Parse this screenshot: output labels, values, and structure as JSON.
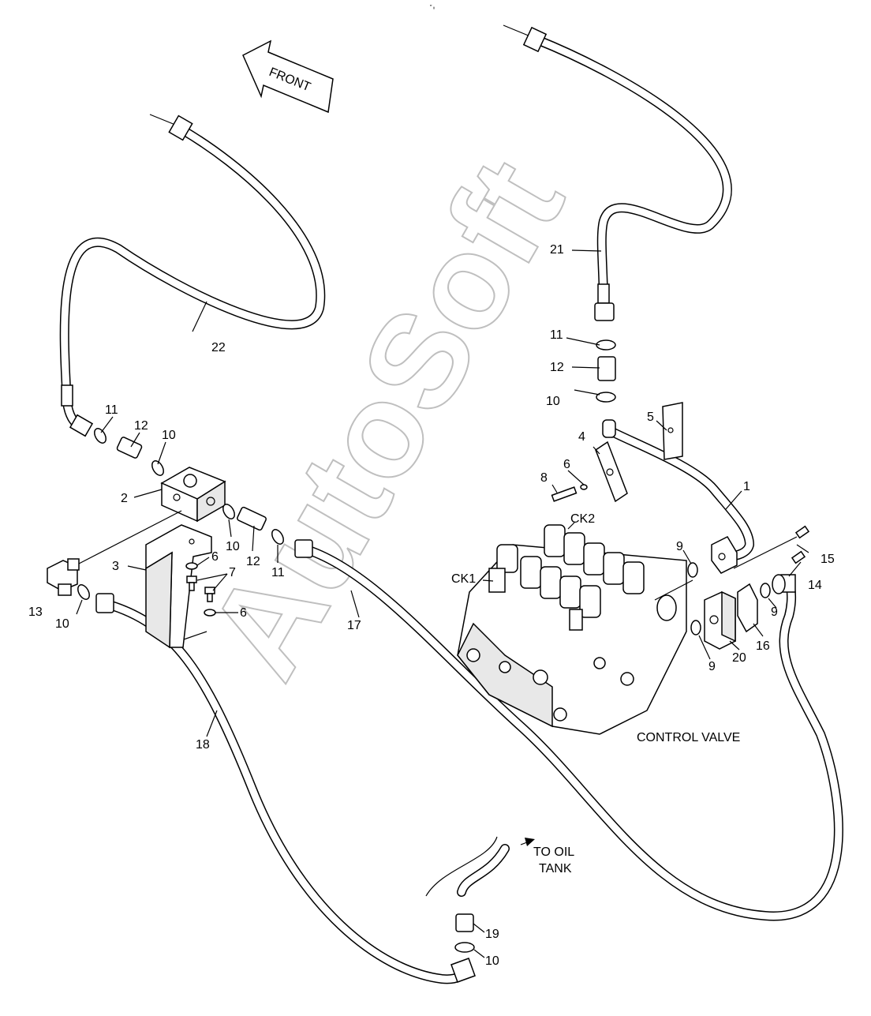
{
  "top_mark": "″ ᵢᵢ",
  "watermark": "AutoSoft",
  "direction_arrow": {
    "label": "FRONT"
  },
  "component_labels": {
    "control_valve": "CONTROL VALVE",
    "to_oil_tank_line1": "TO OIL",
    "to_oil_tank_line2": "TANK",
    "ck1": "CK1",
    "ck2": "CK2"
  },
  "callouts": {
    "c1": "1",
    "c2": "2",
    "c3": "3",
    "c4": "4",
    "c5": "5",
    "c6a": "6",
    "c6b": "6",
    "c6c": "6",
    "c7": "7",
    "c8": "8",
    "c9a": "9",
    "c9b": "9",
    "c9c": "9",
    "c10a": "10",
    "c10b": "10",
    "c10c": "10",
    "c10d": "10",
    "c10e": "10",
    "c11a": "11",
    "c11b": "11",
    "c11c": "11",
    "c12a": "12",
    "c12b": "12",
    "c12c": "12",
    "c13": "13",
    "c14": "14",
    "c15": "15",
    "c16": "16",
    "c17": "17",
    "c18": "18",
    "c19": "19",
    "c20": "20",
    "c21": "21",
    "c22": "22"
  }
}
